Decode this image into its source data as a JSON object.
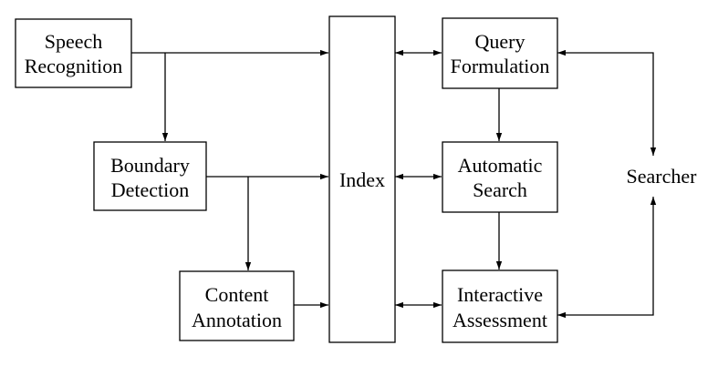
{
  "nodes": {
    "speech_recognition": {
      "line1": "Speech",
      "line2": "Recognition"
    },
    "boundary_detection": {
      "line1": "Boundary",
      "line2": "Detection"
    },
    "content_annotation": {
      "line1": "Content",
      "line2": "Annotation"
    },
    "index": {
      "label": "Index"
    },
    "query_formulation": {
      "line1": "Query",
      "line2": "Formulation"
    },
    "automatic_search": {
      "line1": "Automatic",
      "line2": "Search"
    },
    "interactive_assessment": {
      "line1": "Interactive",
      "line2": "Assessment"
    },
    "searcher": {
      "label": "Searcher"
    }
  }
}
